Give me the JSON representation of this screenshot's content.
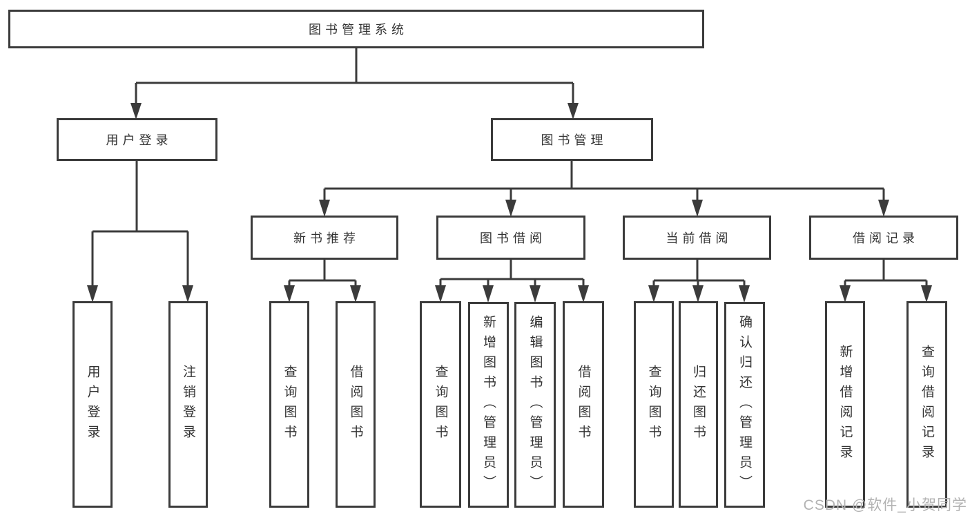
{
  "page": {
    "watermark": "CSDN @软件_小贺同学"
  },
  "colors": {
    "line": "#3b3b3b",
    "node_border": "#3b3b3b",
    "node_text": "#333333",
    "background": "#ffffff",
    "watermark": "#b3b3b3"
  },
  "diagram": {
    "type": "hierarchy-tree",
    "root": {
      "label": "图书管理系统"
    },
    "branches": {
      "user_login": {
        "label": "用户登录",
        "children": {
          "login": {
            "label": "用户登录"
          },
          "logout": {
            "label": "注销登录"
          }
        }
      },
      "book_mgmt": {
        "label": "图书管理",
        "children": {
          "new_book_rec": {
            "label": "新书推荐",
            "children": {
              "query_book": {
                "label": "查询图书"
              },
              "borrow_book": {
                "label": "借阅图书"
              }
            }
          },
          "book_borrow": {
            "label": "图书借阅",
            "children": {
              "query_book": {
                "label": "查询图书"
              },
              "add_book": {
                "label": "新增图书（管理员）"
              },
              "edit_book": {
                "label": "编辑图书（管理员）"
              },
              "borrow_book": {
                "label": "借阅图书"
              }
            }
          },
          "current_borrow": {
            "label": "当前借阅",
            "children": {
              "query_book": {
                "label": "查询图书"
              },
              "return_book": {
                "label": "归还图书"
              },
              "confirm_return": {
                "label": "确认归还（管理员）"
              }
            }
          },
          "borrow_record": {
            "label": "借阅记录",
            "children": {
              "add_record": {
                "label": "新增借阅记录"
              },
              "query_record": {
                "label": "查询借阅记录"
              }
            }
          }
        }
      }
    }
  }
}
